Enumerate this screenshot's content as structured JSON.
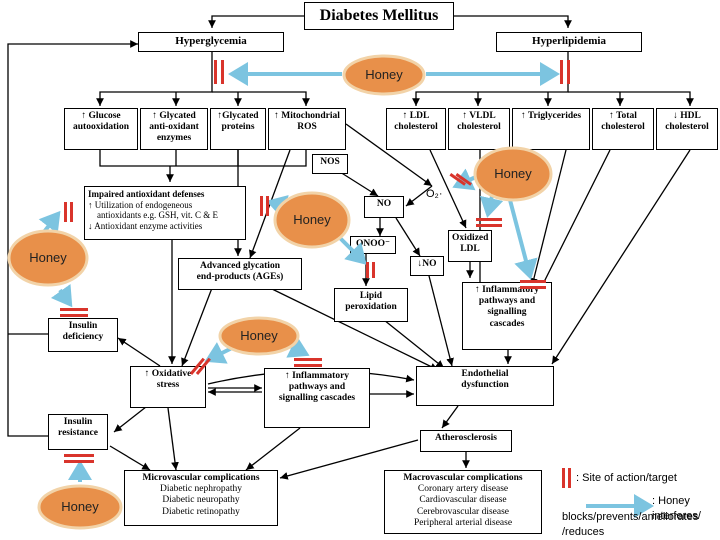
{
  "title": "Diabetes Mellitus",
  "hyperglycemia": "Hyperglycemia",
  "hyperlipidemia": "Hyperlipidemia",
  "honey_label": "Honey",
  "glucose_auto": [
    "Glucose",
    "autooxidation"
  ],
  "glycated_enz": [
    "Glycated",
    "anti-oxidant",
    "enzymes"
  ],
  "glycated_prot": [
    "Glycated",
    "proteins"
  ],
  "mito_ros": [
    "Mitochondrial",
    "ROS"
  ],
  "ldl": [
    "LDL",
    "cholesterol"
  ],
  "vldl": [
    "VLDL",
    "cholesterol"
  ],
  "trig": "Triglycerides",
  "total_chol": [
    "Total",
    "cholesterol"
  ],
  "hdl": [
    "HDL",
    "cholesterol"
  ],
  "nos": "NOS",
  "no": "NO",
  "o2": "O₂·",
  "onoo": "ONOO⁻",
  "no_down": "NO",
  "oxidized_ldl": [
    "Oxidized",
    "LDL"
  ],
  "impaired": {
    "title": "Impaired antioxidant defenses",
    "line1": "Utilization of endogeneous",
    "line2": "antioxidants e.g. GSH, vit. C & E",
    "line3": "Antioxidant enzyme activities"
  },
  "ages": [
    "Advanced glycation",
    "end-products (AGEs)"
  ],
  "lipid_perox": [
    "Lipid",
    "peroxidation"
  ],
  "inflam_right": [
    "Inflammatory",
    "pathways and",
    "signalling",
    "cascades"
  ],
  "insulin_def": [
    "Insulin",
    "deficiency"
  ],
  "oxidative": [
    "Oxidative",
    "stress"
  ],
  "inflam_mid": [
    "Inflammatory",
    "pathways and",
    "signalling cascades"
  ],
  "endothelial": [
    "Endothelial",
    "dysfunction"
  ],
  "insulin_res": [
    "Insulin",
    "resistance"
  ],
  "athero": "Atherosclerosis",
  "micro": {
    "title": "Microvascular complications",
    "items": [
      "Diabetic nephropathy",
      "Diabetic neuropathy",
      "Diabetic retinopathy"
    ]
  },
  "macro": {
    "title": "Macrovascular complications",
    "items": [
      "Coronary artery disease",
      "Cardiovascular disease",
      "Cerebrovascular disease",
      "Peripheral arterial disease"
    ]
  },
  "legend": {
    "site": "Site of action/target",
    "interferes": [
      "Honey interferes/",
      "blocks/prevents/ameliorates",
      "/reduces"
    ]
  },
  "colors": {
    "honey_fill": "#e8904a",
    "honey_ring": "#f2d3a8",
    "honey_arrow": "#7cc4e0",
    "site_red": "#d9342b"
  }
}
